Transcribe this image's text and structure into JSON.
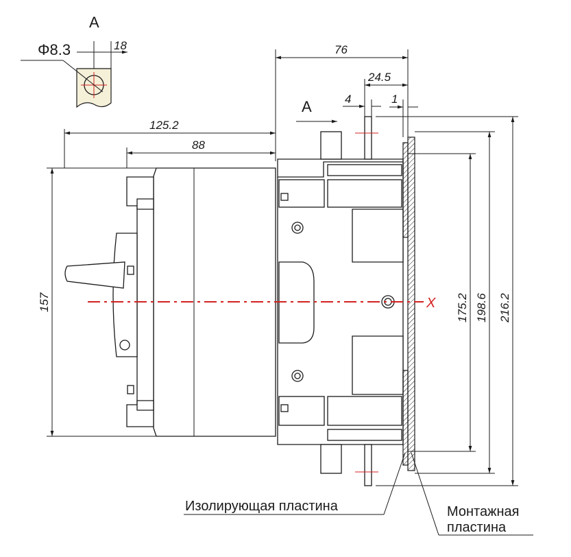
{
  "view_letter": "A",
  "arrow_label": "A",
  "hole_diameter": "Φ8.3",
  "hole_offset": "18",
  "dims": {
    "overall_depth": "76",
    "plate_offset": "24.5",
    "gap_4": "4",
    "gap_1": "1",
    "handle_depth": "125.2",
    "front_depth": "88",
    "height_157": "157",
    "height_175": "175.2",
    "height_198": "198.6",
    "height_216": "216.2"
  },
  "axis_label": "X",
  "labels": {
    "insulating_plate": "Изолирующая пластина",
    "mounting_plate_line1": "Монтажная",
    "mounting_plate_line2": "пластина"
  },
  "colors": {
    "line": "#1a1a1a",
    "axis": "#d42020",
    "hole_fill": "#f5f0d8"
  }
}
